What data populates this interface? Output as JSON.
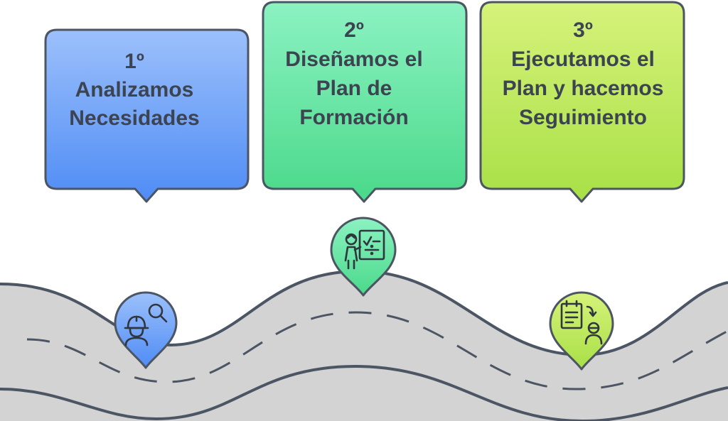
{
  "steps": [
    {
      "number": "1º",
      "line1": "Analizamos",
      "line2": "Necesidades",
      "line3": "",
      "color_top": "#9cc0fb",
      "color_bottom": "#4f8cf5",
      "icon": "construction-worker-search-icon"
    },
    {
      "number": "2º",
      "line1": "Diseñamos el",
      "line2": "Plan de",
      "line3": "Formación",
      "color_top": "#8cf2c2",
      "color_bottom": "#4ad98a",
      "icon": "teacher-whiteboard-icon"
    },
    {
      "number": "3º",
      "line1": "Ejecutamos el",
      "line2": "Plan y hacemos",
      "line3": "Seguimiento",
      "color_top": "#d6f27a",
      "color_bottom": "#a8e046",
      "icon": "checklist-person-icon"
    }
  ],
  "colors": {
    "road": "#d3d3d3",
    "outline": "#4b5563",
    "text": "#3d4451"
  }
}
